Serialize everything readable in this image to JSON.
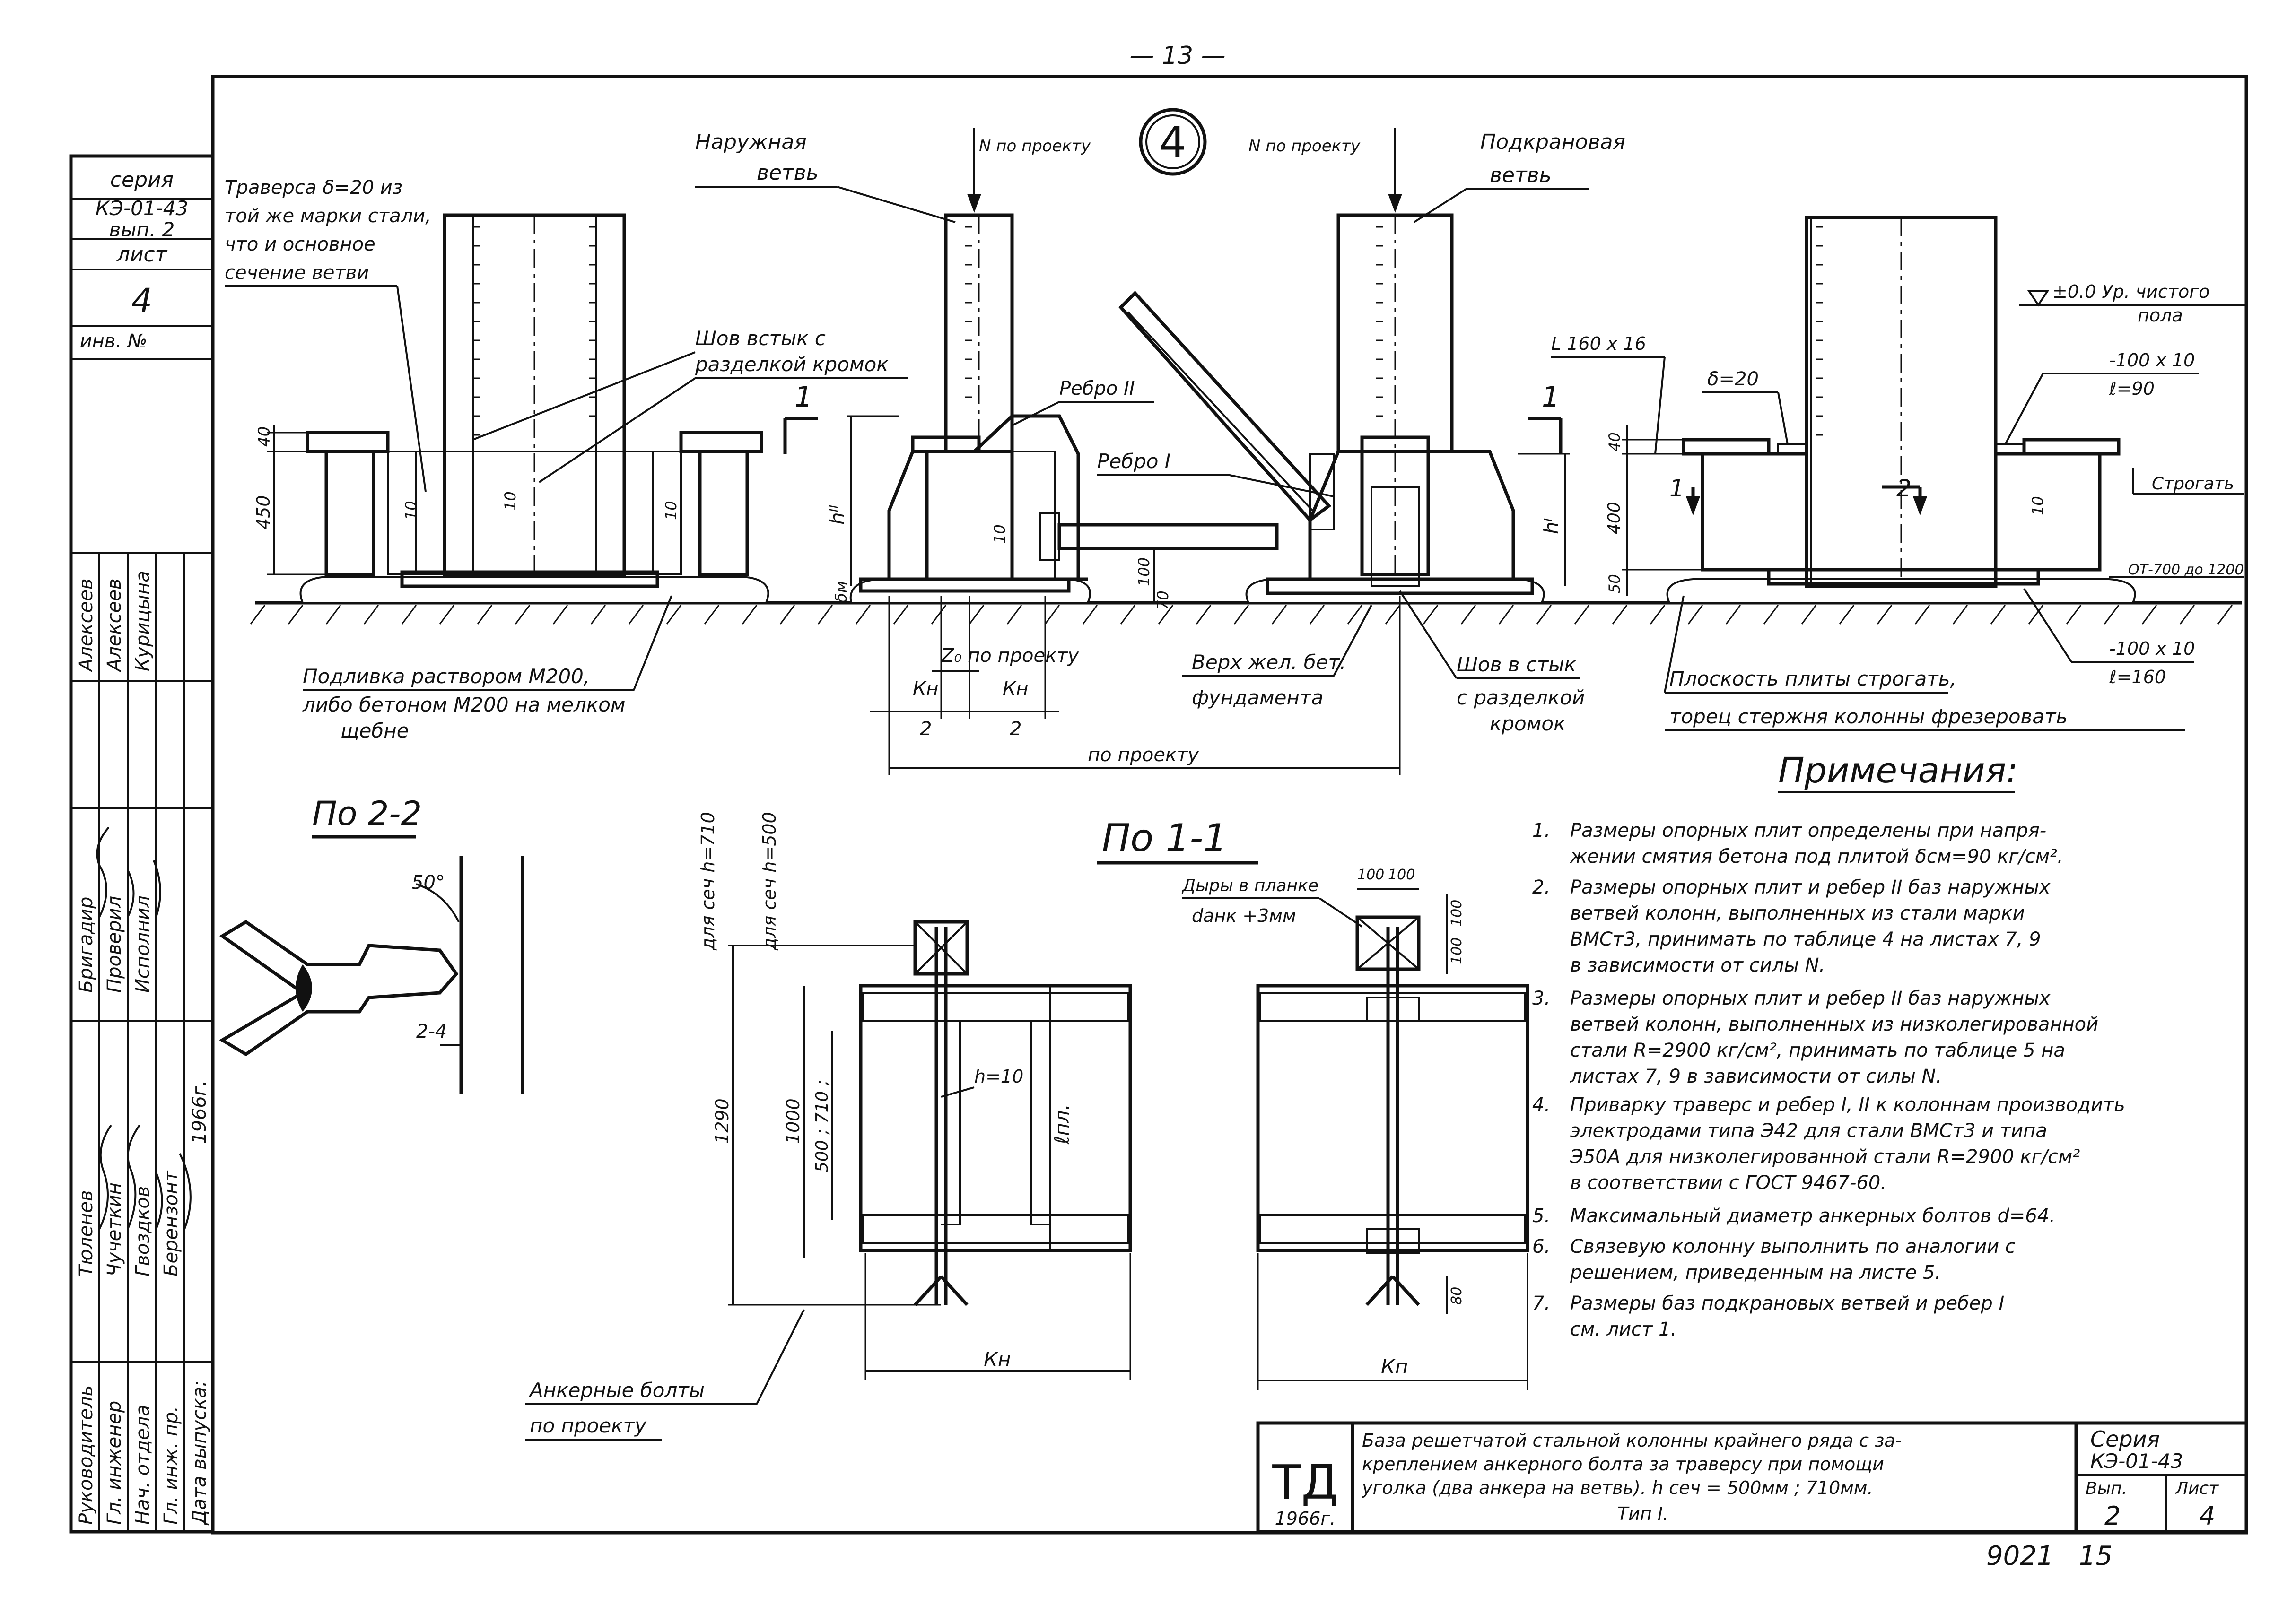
{
  "page_number": "— 13 —",
  "title_block_left": {
    "seria_label": "серия",
    "seria_value": "КЭ-01-43",
    "vyp": "вып. 2",
    "list_label": "лист",
    "list_value": "4",
    "inv_label": "инв. №"
  },
  "signatures": {
    "roles": [
      "Руководитель",
      "Гл. инженер",
      "Нач. отдела",
      "Гл. инж. пр.",
      "Дата выпуска:"
    ],
    "names_col1": [
      "Тюленев",
      "Чучеткин",
      "Гвоздков",
      "Берензонт"
    ],
    "names_col2": [
      "Бригадир",
      "Проверил",
      "Исполнил"
    ],
    "names_col3": [
      "Алексеев",
      "Алексеев",
      "Курицына"
    ],
    "year": "1966г."
  },
  "section_marker": "4",
  "top_labels": {
    "outer_branch": [
      "Наружная",
      "ветвь"
    ],
    "crane_branch": [
      "Подкрановая",
      "ветвь"
    ],
    "n_left": "N по проекту",
    "n_right": "N по проекту",
    "traverse": [
      "Траверса δ=20 из",
      "той же марки стали,",
      "что и основное",
      "сечение ветви"
    ],
    "weld_butt": [
      "Шов встык с",
      "разделкой кромок"
    ],
    "rib2": "Ребро II",
    "rib1": "Ребро I",
    "angle": "L 160 x 16",
    "delta20": "δ=20",
    "floor_level": [
      "±0.0 Ур. чистого",
      "пола"
    ],
    "plate_top": [
      "-100 x 10",
      "ℓ=90"
    ],
    "plane_mark": "Строгать",
    "dim_40a": "40",
    "dim_450": "450",
    "dim_40b": "40",
    "dim_400": "400",
    "dim_50": "50",
    "dim_10a": "10",
    "dim_10b": "10",
    "dim_10c": "10",
    "dim_10d": "10",
    "dim_10e": "10",
    "dim_100": "100",
    "dim_70": "70",
    "dim_bm": "δм",
    "h_ii": "hᴵᴵ",
    "h_i": "hᴵ",
    "cut1a": "1",
    "cut1b": "1",
    "cut2a": "1",
    "cut2b": "2",
    "ot700": "ОТ-700 до 1200"
  },
  "bottom_labels": {
    "grout": [
      "Подливка раствором М200,",
      "либо бетоном М200 на мелком",
      "щебне"
    ],
    "z0": "Z₀ по проекту",
    "kn_half_l": [
      "Кн",
      "2"
    ],
    "kn_half_r": [
      "Кн",
      "2"
    ],
    "foundation": [
      "Верх жел. бет.",
      "фундамента"
    ],
    "weld_butt2": [
      "Шов в стык",
      "с разделкой",
      "кромок"
    ],
    "plate_plane": [
      "Плоскость плиты строгать,",
      "торец стержня колонны фрезеровать"
    ],
    "plate_bottom": [
      "-100 x 10",
      "ℓ=160"
    ],
    "po_proektu": "по проекту"
  },
  "section_22": {
    "title": "По 2-2",
    "angle": "50°",
    "gap": "2-4"
  },
  "section_11": {
    "title": "По 1-1",
    "holes": [
      "Дыры в планке",
      "dанк +3мм"
    ],
    "for_710": "для сеч h=710",
    "for_500": "для сеч h=500",
    "dim_1290": "1290",
    "dim_1000": "1000",
    "dim_500_710": "500 ; 710 ;",
    "h10": "h=10",
    "l_pl": "ℓпл.",
    "kn": "Кн",
    "kp": "Кп",
    "d100a": "100",
    "d100b": "100",
    "d100c": "100",
    "d100d": "100",
    "d80": "80",
    "anchor_bolts": [
      "Анкерные болты",
      "по проекту"
    ]
  },
  "notes": {
    "heading": "Примечания:",
    "items": [
      [
        "1.",
        "Размеры опорных плит определены при напря-",
        "жении смятия бетона под плитой δсм=90 кг/см²."
      ],
      [
        "2.",
        "Размеры опорных плит и ребер II баз наружных",
        "ветвей колонн, выполненных из стали марки",
        "ВМСт3, принимать по таблице 4 на листах 7, 9",
        "в зависимости от силы N."
      ],
      [
        "3.",
        "Размеры опорных плит и ребер II баз наружных",
        "ветвей колонн, выполненных из низколегированной",
        "стали R=2900 кг/см², принимать по таблице 5 на",
        "листах 7, 9 в зависимости от силы N."
      ],
      [
        "4.",
        "Приварку траверс и ребер I, II к колоннам производить",
        "электродами типа Э42 для стали ВМСт3 и типа",
        "Э50А для низколегированной стали R=2900 кг/см²",
        "в соответствии с ГОСТ 9467-60."
      ],
      [
        "5.",
        "Максимальный диаметр анкерных болтов d=64."
      ],
      [
        "6.",
        "Связевую колонну выполнить по аналогии с",
        "решением, приведенным на листе 5."
      ],
      [
        "7.",
        "Размеры баз подкрановых ветвей и ребер I",
        "см. лист 1."
      ]
    ]
  },
  "stamp": {
    "td": "ТД",
    "year": "1966г.",
    "description": [
      "База решетчатой стальной колонны крайнего ряда с за-",
      "креплением анкерного болта за траверсу при помощи",
      "уголка (два анкера на ветвь). h сеч = 500мм ; 710мм.",
      "Тип I."
    ],
    "seria_label": "Серия",
    "seria_value": "КЭ-01-43",
    "vyp_label": "Вып.",
    "vyp_value": "2",
    "list_label": "Лист",
    "list_value": "4"
  },
  "footer_numbers": "9021   15"
}
